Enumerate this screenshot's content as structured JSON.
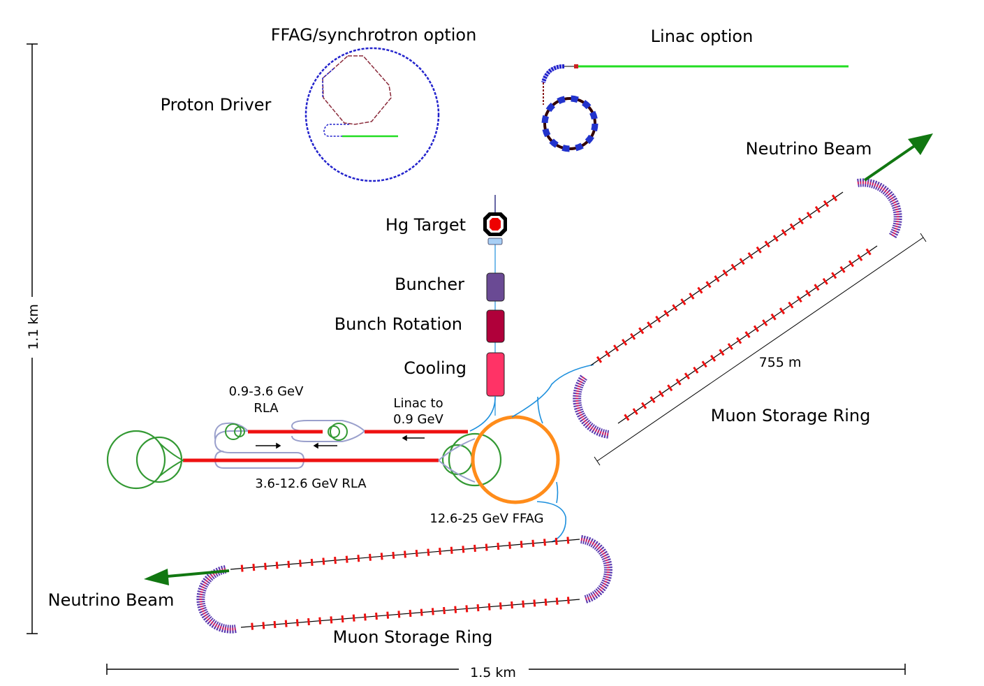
{
  "labels": {
    "ffag_option": "FFAG/synchrotron option",
    "linac_option": "Linac option",
    "proton_driver": "Proton Driver",
    "hg_target": "Hg Target",
    "buncher": "Buncher",
    "bunch_rotation": "Bunch Rotation",
    "cooling": "Cooling",
    "rla1_line1": "0.9-3.6 GeV",
    "rla1_line2": "RLA",
    "linac_line1": "Linac to",
    "linac_line2": "0.9 GeV",
    "rla2": "3.6-12.6 GeV RLA",
    "ffag": "12.6-25 GeV FFAG",
    "neutrino_beam_upper": "Neutrino Beam",
    "neutrino_beam_lower": "Neutrino Beam",
    "muon_ring_upper": "Muon Storage Ring",
    "muon_ring_lower": "Muon Storage Ring",
    "ring_length": "755 m"
  },
  "scale": {
    "vertical": "1.1 km",
    "horizontal": "1.5 km"
  },
  "colors": {
    "linac_green": "#22dd22",
    "beamline_red": "#ee1111",
    "magnet_blue": "#2222cc",
    "transfer_blue": "#1e90dd",
    "rla_arc_green": "#339933",
    "rla_arc_lavender": "#9aa0cc",
    "ffag_orange": "#ff8c1a",
    "arrow_green": "#117711",
    "buncher": "#6a4a94",
    "bunch_rotation": "#b0003a",
    "cooling": "#ff3366",
    "target_red": "#ee0000",
    "target_window": "#a8cff5"
  }
}
